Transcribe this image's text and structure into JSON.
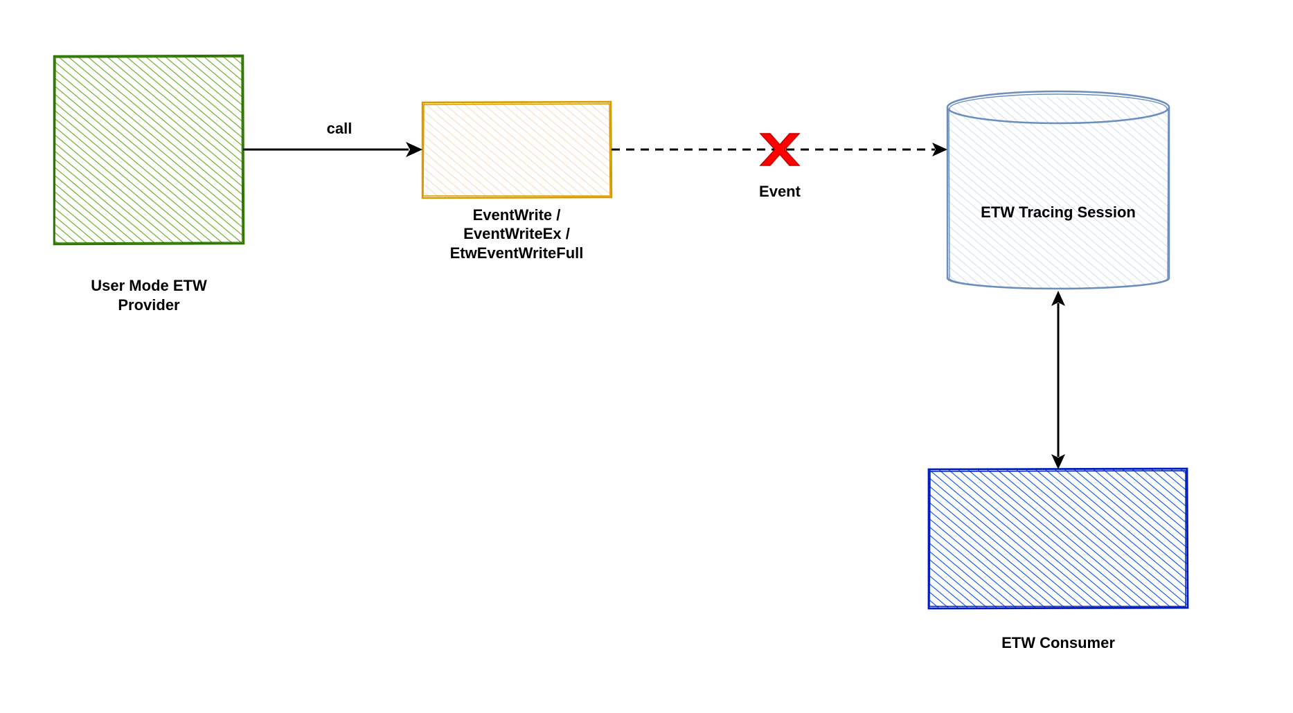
{
  "nodes": {
    "provider": {
      "label_line1": "User Mode ETW",
      "label_line2": "Provider",
      "stroke": "#2D7600",
      "fill": "#60A917"
    },
    "eventwrite": {
      "label_line1": "EventWrite /",
      "label_line2": "EventWriteEx /",
      "label_line3": "EtwEventWriteFull",
      "stroke": "#D79B00",
      "fill": "#FFE6CC"
    },
    "session": {
      "label": "ETW Tracing Session",
      "stroke": "#6C8EBF",
      "fill": "#DAE8FC"
    },
    "consumer": {
      "label": "ETW Consumer",
      "stroke": "#001DBC",
      "fill": "#0050EF"
    }
  },
  "edges": {
    "call": {
      "label": "call",
      "style": "solid"
    },
    "event": {
      "label": "Event",
      "style": "dashed",
      "blocked": true,
      "block_color": "#FF0000"
    },
    "session_consumer": {
      "style": "solid",
      "bidirectional": true
    }
  }
}
